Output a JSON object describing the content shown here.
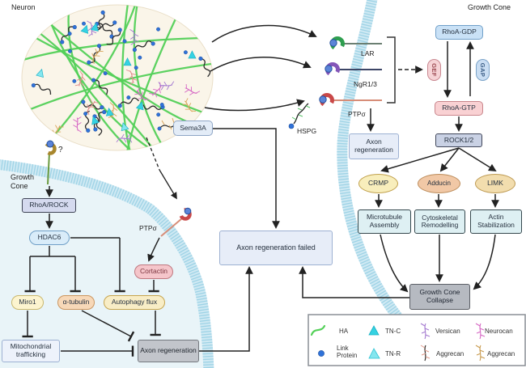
{
  "labels": {
    "neuron": "Neuron",
    "growth_cone_right": "Growth Cone",
    "growth_cone_left": "Growth Cone",
    "question_mark": "?",
    "lar": "LAR",
    "ngr13": "NgR1/3",
    "ptps_right": "PTPσ",
    "hspg": "HSPG",
    "ptps_left": "PTPσ"
  },
  "nodes": {
    "sema3a": "Sema3A",
    "rhoa_gdp": "RhoA-GDP",
    "gef": "GEF",
    "gap": "GAP",
    "rhoa_gtp": "RhoA-GTP",
    "rock12": "ROCK1/2",
    "axon_regeneration_right": "Axon regeneration",
    "crmp": "CRMP",
    "adducin": "Adducin",
    "limk": "LIMK",
    "microtubule_assembly": "Microtubule Assembly",
    "cytoskeletal_remodelling": "Cytoskeletal Remodelling",
    "actin_stabilization": "Actin Stabilization",
    "growth_cone_collapse": "Growth Cone Collapse",
    "axon_regeneration_failed": "Axon regeneration failed",
    "rhoa_rock": "RhoA/ROCK",
    "hdac6": "HDAC6",
    "cortactin": "Cortactin",
    "miro1": "Miro1",
    "alpha_tubulin": "α-tubulin",
    "autophagy_flux": "Autophagy flux",
    "mitochondrial_trafficking": "Mitochondrial trafficking",
    "axon_regeneration_left": "Axon regeneration"
  },
  "legend": {
    "items": [
      {
        "icon": "ha-strand-icon",
        "label": "HA",
        "color": "#53d058"
      },
      {
        "icon": "tn-c-triangle-icon",
        "label": "TN-C",
        "color": "#35d2e2"
      },
      {
        "icon": "versican-icon",
        "label": "Versican",
        "color": "#a47ad0"
      },
      {
        "icon": "neurocan-icon",
        "label": "Neurocan",
        "color": "#d668c4"
      },
      {
        "icon": "link-protein-icon",
        "label": "Link Protein",
        "color": "#2f72d9"
      },
      {
        "icon": "tn-r-triangle-icon",
        "label": "TN-R",
        "color": "#84e6ef"
      },
      {
        "icon": "aggrecan-icon",
        "label": "Aggrecan",
        "color": "#2e2a26"
      },
      {
        "icon": "aggrecan-tan-icon",
        "label": "Aggrecan",
        "color": "#c89a4e"
      }
    ]
  },
  "palette": {
    "membrane": "#bfe1ee",
    "ecm_background": "#faf5e9",
    "growth_cone_interior": "#e9f4f8",
    "box_blue": "#c9e1f6",
    "box_pink": "#f9d1d3",
    "box_gray": "#b6bac1",
    "box_light": "#e7edf8",
    "receptor_green": "#2e9e4f",
    "receptor_purple": "#8456b8",
    "receptor_red": "#c94848",
    "ligand_blue": "#5b84d8"
  }
}
